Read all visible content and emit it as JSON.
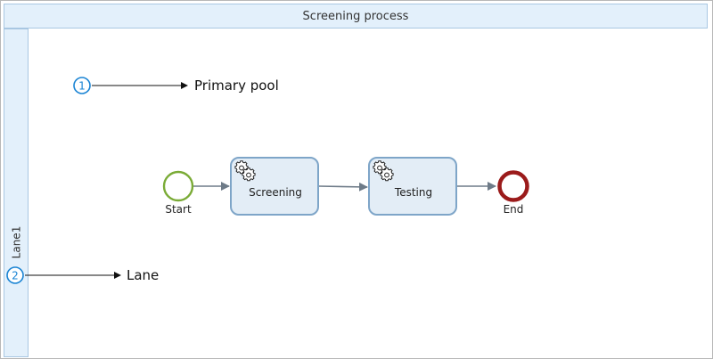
{
  "pool": {
    "title": "Screening process"
  },
  "lane": {
    "title": "Lane1"
  },
  "callouts": [
    {
      "number": "1",
      "label": "Primary pool"
    },
    {
      "number": "2",
      "label": "Lane"
    }
  ],
  "process": {
    "start_event": {
      "label": "Start"
    },
    "tasks": [
      {
        "label": "Screening",
        "icon": "gears-icon"
      },
      {
        "label": "Testing",
        "icon": "gears-icon"
      }
    ],
    "end_event": {
      "label": "End"
    }
  },
  "colors": {
    "pool_fill": "#e3f0fb",
    "pool_border": "#a9c7e2",
    "callout_blue": "#1a84d4",
    "start_green": "#7aab36",
    "end_red": "#9b1b1b",
    "task_fill": "#e3edf6",
    "task_border": "#7ea5c8",
    "flow_arrow": "#6e7b88"
  }
}
